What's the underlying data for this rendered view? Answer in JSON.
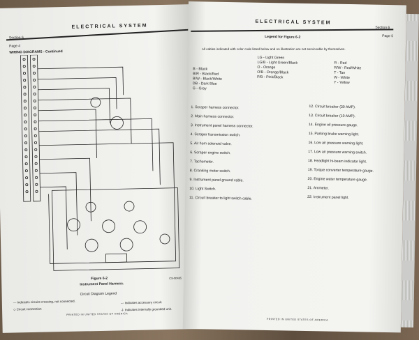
{
  "left_page": {
    "header": "ELECTRICAL SYSTEM",
    "section": "Section 6",
    "page": "Page 4",
    "heading": "WIRING DIAGRAMS - Continued",
    "figure_number": "Figure 6-2",
    "figure_caption": "Instrument Panel Harness.",
    "figure_code": "CS-00495",
    "legend_title": "Circuit Diagram Legend",
    "legend_items": [
      "Indicates circuits crossing, not connected.",
      "Circuit connection",
      "Indicates accessory circuit.",
      "Indicates internally grounded unit."
    ],
    "footer": "PRINTED IN UNITED STATES OF AMERICA"
  },
  "right_page": {
    "header": "ELECTRICAL SYSTEM",
    "section": "Section 6",
    "page": "Page 5",
    "legend_title": "Legend for Figure 6-2",
    "note": "All cables indicated with color code listed below and on illustration are not serviceable by themselves.",
    "color_codes": [
      [
        "B - Black",
        "B/R - Black/Red",
        "B/W - Black/White",
        "DB - Dark Blue",
        "G - Gray"
      ],
      [
        "LG - Light Green",
        "LG/B - Light Green/Black",
        "O - Orange",
        "O/B - Orange/Black",
        "P/B - Pink/Black"
      ],
      [
        "R - Red",
        "R/W - Red/White",
        "T - Tan",
        "W - White",
        "Y - Yellow"
      ]
    ],
    "items_left": [
      "1. Scraper harness connector.",
      "2. Main harness connector.",
      "3. Instrument panel harness connector.",
      "4. Scraper transmission switch.",
      "5. Air horn solenoid valve.",
      "6. Scraper engine switch.",
      "7. Tachometer.",
      "8. Cranking motor switch.",
      "9. Instrument panel ground cable.",
      "10. Light Switch.",
      "11. Circuit breaker to light switch cable."
    ],
    "items_right": [
      "12. Circuit breaker (30 AMP).",
      "13. Circuit breaker (10 AMP).",
      "14. Engine oil pressure gauge.",
      "15. Parking brake warning light.",
      "16. Low air pressure warning light.",
      "17. Low air pressure warning switch.",
      "18. Headlight hi-beam indicator light.",
      "19. Torque converter temperature gauge.",
      "20. Engine water temperature gauge.",
      "21. Ammeter.",
      "22. Instrument panel light."
    ],
    "footer": "PRINTED IN UNITED STATES OF AMERICA"
  }
}
